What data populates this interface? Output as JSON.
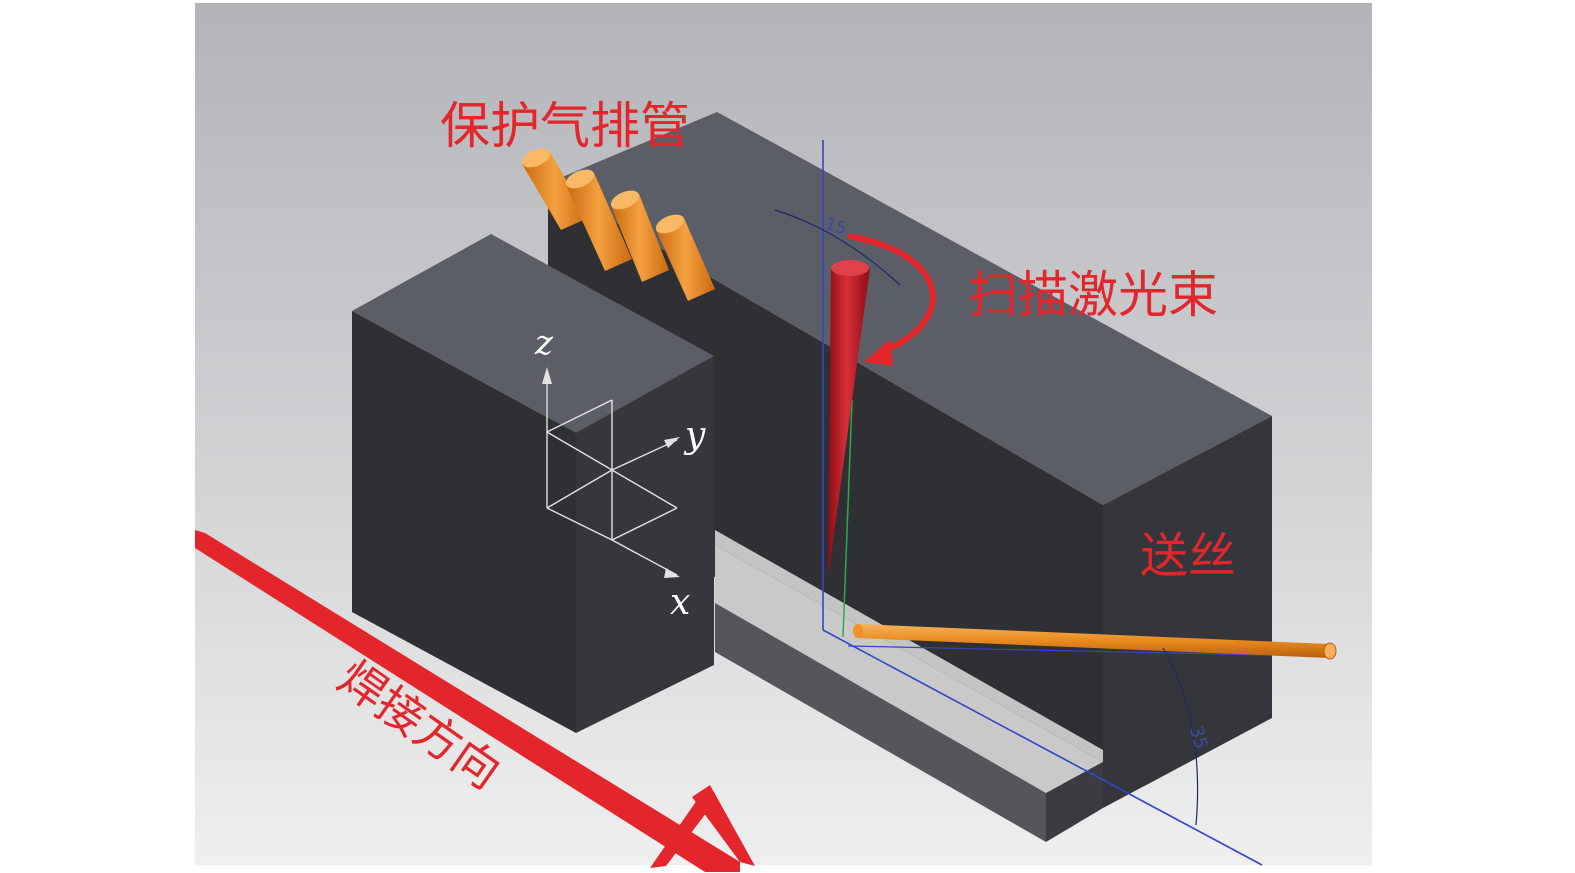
{
  "labels": {
    "shielding_gas_nozzles": "保护气排管",
    "scanning_laser_beam": "扫描激光束",
    "wire_feed": "送丝",
    "welding_direction": "焊接方向"
  },
  "axes": {
    "x": "x",
    "y": "y",
    "z": "z"
  },
  "dimensions": {
    "beam_angle": "15",
    "wire_angle": "35"
  },
  "colors": {
    "label_red": "#e3262b",
    "block_dark": "#2f3034",
    "block_top": "#5b5e66",
    "nozzle_orange": "#f0922a",
    "beam_red": "#b8151f",
    "reference_blue": "#3545c8"
  }
}
